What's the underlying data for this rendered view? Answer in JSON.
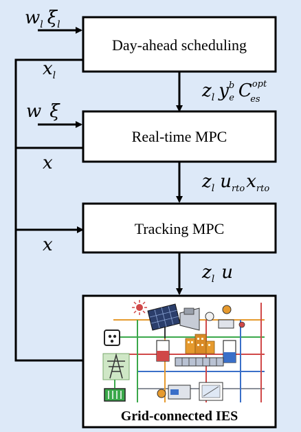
{
  "colors": {
    "background": "#dde9f8",
    "line": "#000000",
    "box_fill": "#ffffff",
    "icon_red": "#d04848",
    "icon_green": "#3aa84a",
    "icon_orange": "#e69a2e",
    "icon_blue": "#3a6fc8",
    "icon_gray": "#8a8f99"
  },
  "boxes": {
    "day_ahead": "Day-ahead scheduling",
    "real_time": "Real-time MPC",
    "tracking": "Tracking MPC",
    "ies": "Grid-connected IES"
  },
  "inputs": {
    "top": {
      "w": "w",
      "w_sub": "l",
      "xi": "ξ",
      "xi_sub": "l"
    },
    "x_feedback_1": {
      "x": "x",
      "sub": "l"
    },
    "middle": {
      "w": "w",
      "xi": "ξ"
    },
    "x_feedback_2": "x",
    "x_feedback_3": "x"
  },
  "signals": {
    "s1": {
      "z": "z",
      "z_sub": "l",
      "y": "y",
      "y_sub": "e",
      "y_sup": "b",
      "c": "C",
      "c_sub": "es",
      "c_sup": "opt"
    },
    "s2": {
      "z": "z",
      "z_sub": "l",
      "u": "u",
      "u_sub": "rto",
      "x": "x",
      "x_sub": "rto"
    },
    "s3": {
      "z": "z",
      "z_sub": "l",
      "u": "u"
    }
  },
  "icons": [
    "sun-icon",
    "solar-panel-icon",
    "turbine-icon",
    "battery-icon",
    "factory-icon",
    "ev-charger-icon",
    "power-tower-icon",
    "tank-icon",
    "heat-exchanger-icon",
    "chiller-icon"
  ]
}
